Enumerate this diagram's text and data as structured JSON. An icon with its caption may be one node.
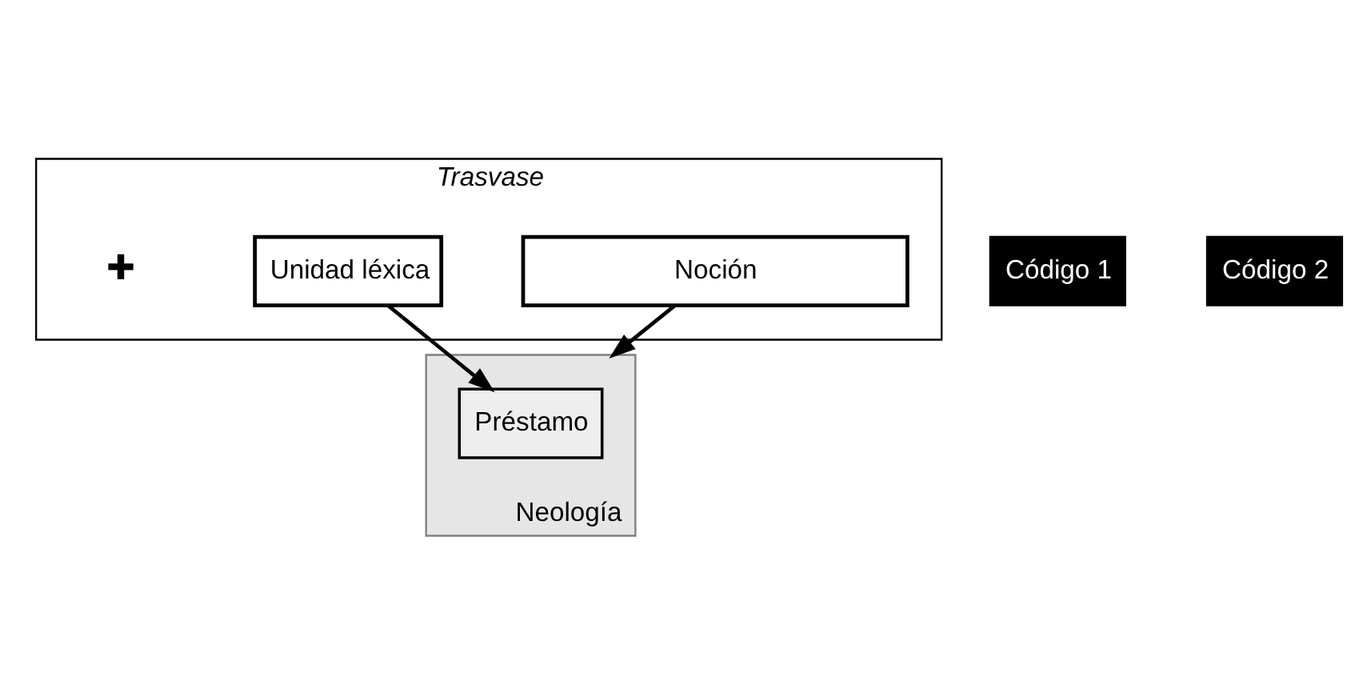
{
  "diagram": {
    "nodes": [
      {
        "text": [
          "Trasvase"
        ]
      },
      {
        "text": [
          "Noción"
        ],
        "in": 0
      },
      {
        "text": [
          "Unidad léxica"
        ],
        "in": 0
      },
      {
        "text": [
          "Código 1"
        ]
      },
      {
        "text": [
          "Código 2"
        ]
      },
      {
        "text": [
          "Neología"
        ]
      },
      {
        "text": [
          "Préstamo"
        ],
        "in": 5
      }
    ],
    "edges": [
      {
        "from": 2,
        "to": 6,
        "arrow": "to"
      },
      {
        "from": 1,
        "to": 5,
        "arrow": "to"
      }
    ],
    "labels": [
      "✚"
    ]
  }
}
